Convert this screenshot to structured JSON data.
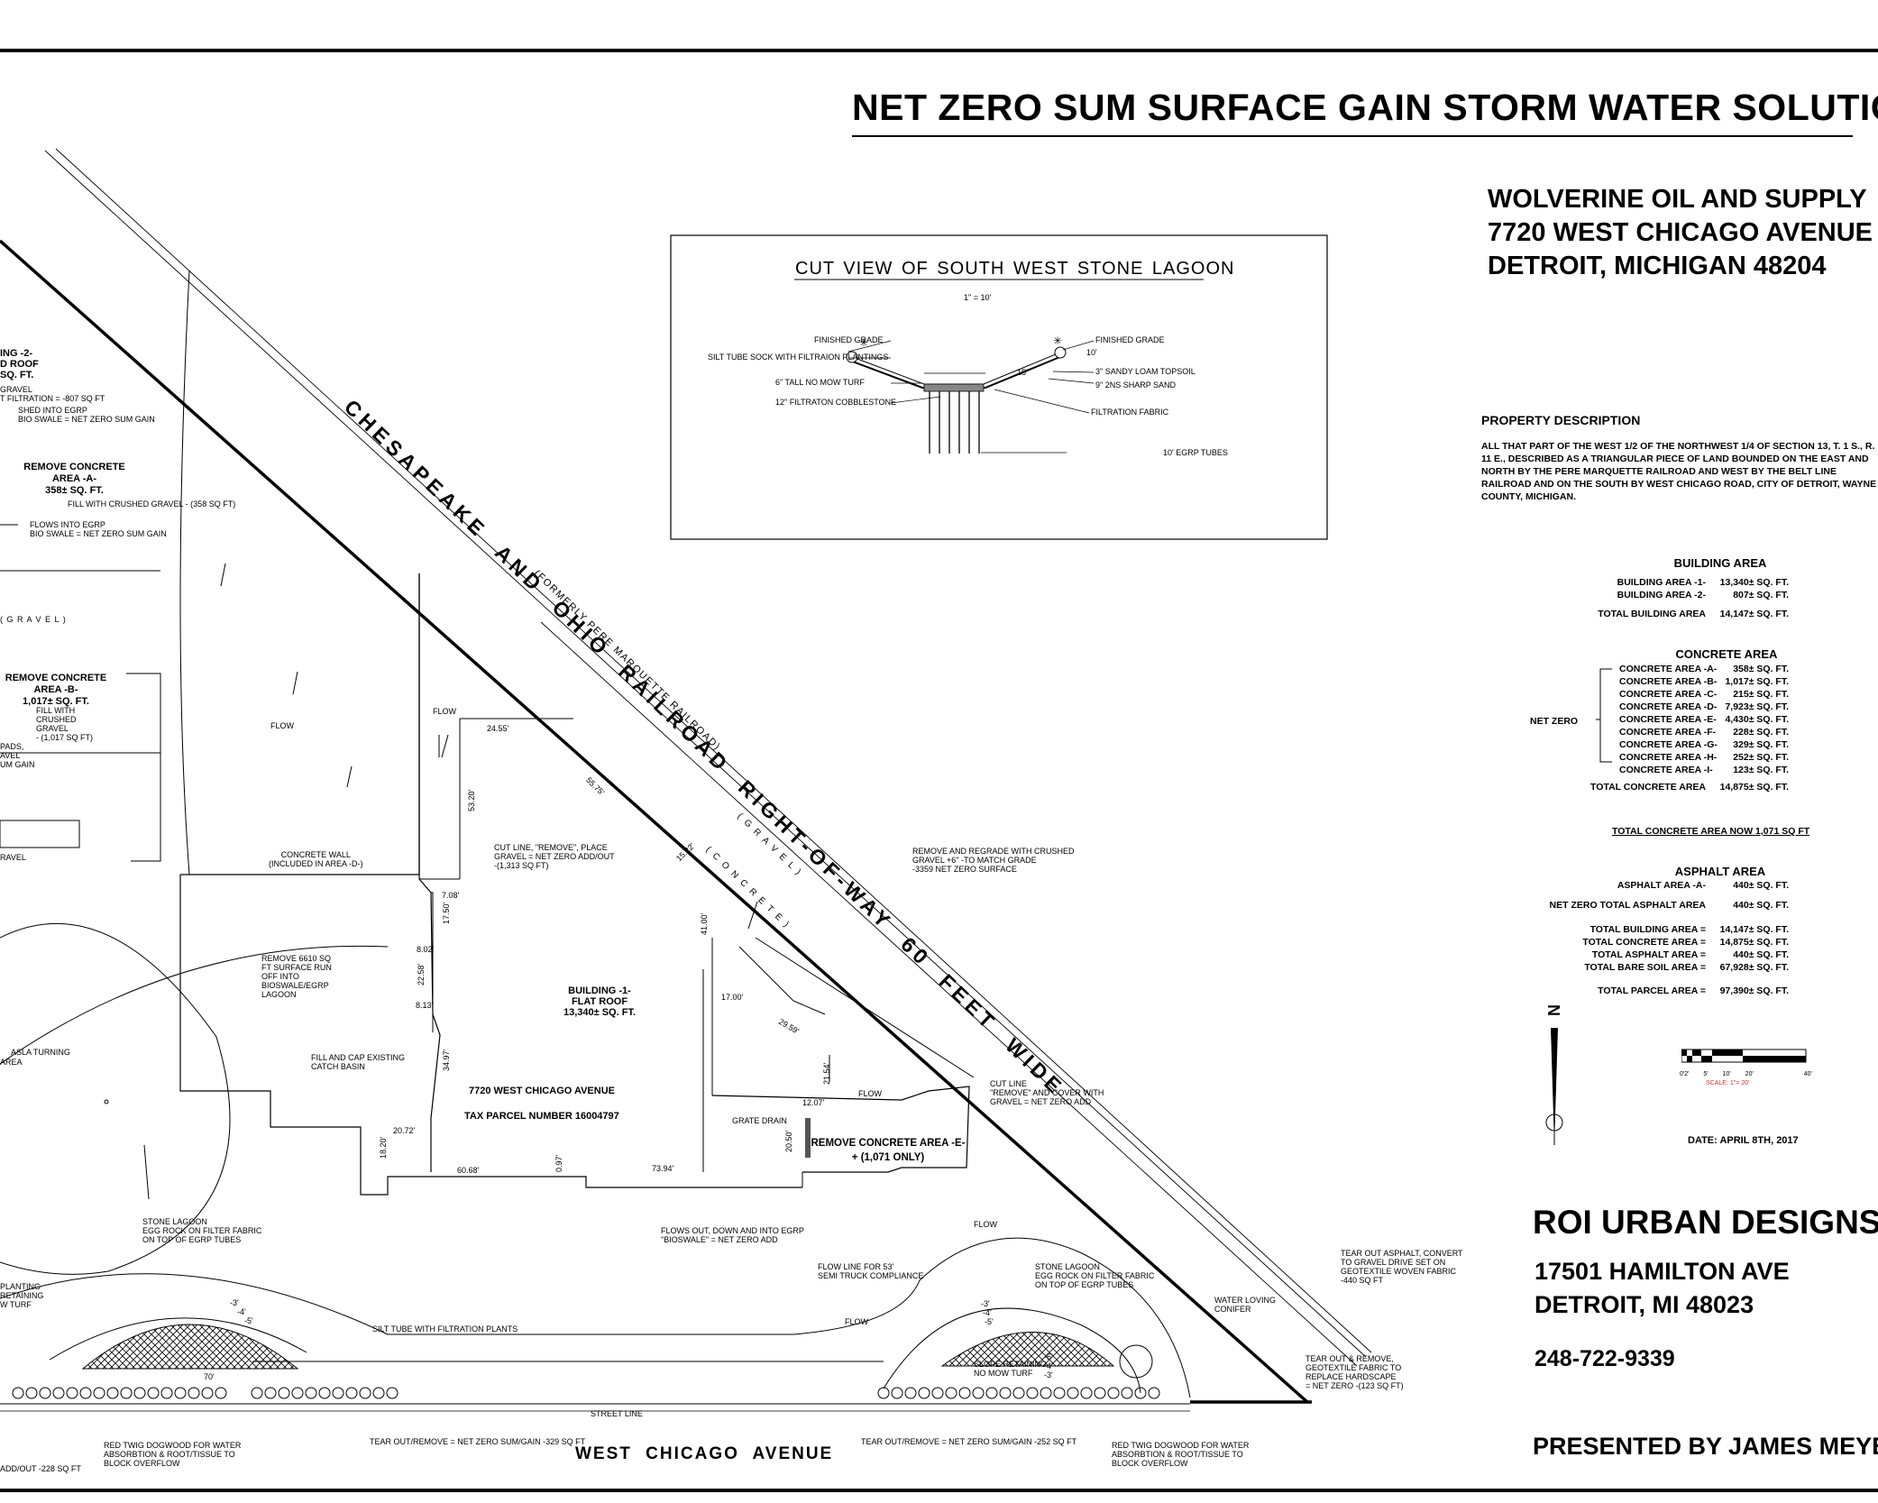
{
  "title": "NET ZERO SUM SURFACE GAIN STORM WATER SOLUTION",
  "owner": {
    "name": "WOLVERINE OIL AND SUPPLY",
    "street": "7720 WEST CHICAGO AVENUE",
    "city": "DETROIT, MICHIGAN 48204"
  },
  "property": {
    "heading": "PROPERTY DESCRIPTION",
    "text": "ALL THAT PART OF THE WEST 1/2 OF THE NORTHWEST 1/4 OF SECTION 13, T. 1 S., R. 11 E., DESCRIBED AS A TRIANGULAR PIECE OF LAND BOUNDED ON THE EAST AND NORTH BY THE PERE MARQUETTE RAILROAD AND WEST BY THE BELT LINE RAILROAD AND ON THE SOUTH BY WEST CHICAGO ROAD, CITY OF DETROIT, WAYNE COUNTY, MICHIGAN."
  },
  "building_area": {
    "heading": "BUILDING AREA",
    "rows": [
      {
        "label": "BUILDING AREA -1-",
        "value": "13,340± SQ. FT."
      },
      {
        "label": "BUILDING AREA -2-",
        "value": "807± SQ. FT."
      }
    ],
    "total": {
      "label": "TOTAL BUILDING AREA",
      "value": "14,147± SQ. FT."
    }
  },
  "concrete_area": {
    "heading": "CONCRETE AREA",
    "net_zero_label": "NET ZERO",
    "rows": [
      {
        "label": "CONCRETE AREA -A-",
        "value": "358± SQ. FT."
      },
      {
        "label": "CONCRETE AREA -B-",
        "value": "1,017± SQ. FT."
      },
      {
        "label": "CONCRETE AREA -C-",
        "value": "215± SQ. FT."
      },
      {
        "label": "CONCRETE AREA -D-",
        "value": "7,923± SQ. FT."
      },
      {
        "label": "CONCRETE AREA -E-",
        "value": "4,430± SQ. FT."
      },
      {
        "label": "CONCRETE AREA -F-",
        "value": "228± SQ. FT."
      },
      {
        "label": "CONCRETE AREA -G-",
        "value": "329± SQ. FT."
      },
      {
        "label": "CONCRETE AREA -H-",
        "value": "252± SQ. FT."
      },
      {
        "label": "CONCRETE AREA -I-",
        "value": "123± SQ. FT."
      }
    ],
    "total": {
      "label": "TOTAL CONCRETE AREA",
      "value": "14,875± SQ. FT."
    },
    "now": "TOTAL CONCRETE AREA NOW 1,071 SQ FT"
  },
  "asphalt_area": {
    "heading": "ASPHALT AREA",
    "row": {
      "label": "ASPHALT AREA -A-",
      "value": "440± SQ. FT."
    },
    "net": {
      "label": "NET ZERO TOTAL ASPHALT AREA",
      "value": "440± SQ. FT."
    }
  },
  "totals": [
    {
      "label": "TOTAL BUILDING AREA =",
      "value": "14,147± SQ. FT."
    },
    {
      "label": "TOTAL CONCRETE AREA =",
      "value": "14,875± SQ. FT."
    },
    {
      "label": "TOTAL ASPHALT AREA =",
      "value": "440± SQ. FT."
    },
    {
      "label": "TOTAL BARE SOIL AREA =",
      "value": "67,928± SQ. FT."
    }
  ],
  "parcel": {
    "label": "TOTAL PARCEL AREA =",
    "value": "97,390± SQ. FT."
  },
  "scale": {
    "ticks": [
      "0'2' 5'",
      "10'",
      "20'",
      "40'"
    ],
    "label": "SCALE: 1\"= 20'"
  },
  "north": "N",
  "date": "DATE: APRIL 8TH, 2017",
  "designer": {
    "name": "ROI URBAN DESIGNS",
    "street": "17501 HAMILTON AVE",
    "city": "DETROIT, MI 48023",
    "phone": "248-722-9339",
    "presented": "PRESENTED BY JAMES MEYE"
  },
  "cut_view": {
    "title": "CUT VIEW OF SOUTH WEST STONE LAGOON",
    "scale": "1\" = 10'",
    "labels": {
      "finished_grade_l": "FINISHED GRADE",
      "silt_tube": "SILT TUBE SOCK WITH FILTRAION PLANTINGS",
      "turf": "6\" TALL NO MOW TURF",
      "cobble": "12\" FILTRATON COBBLESTONE",
      "finished_grade_r": "FINISHED GRADE",
      "topsoil": "3\" SANDY LOAM TOPSOIL",
      "sand": "9\" 2NS SHARP SAND",
      "fabric": "FILTRATION FABRIC",
      "tubes": "10' EGRP TUBES",
      "dim15": "15'",
      "dim10": "10'"
    }
  },
  "railroad": {
    "main": "CHESAPEAKE AND OHIO RAILROAD RIGHT-OF-WAY 60 FEET WIDE",
    "sub": "(FORMERLY PERE MARQUETTE RAILROAD)",
    "gravel": "( G R A V E L )",
    "concrete": "( C O N C R E T E )"
  },
  "plan": {
    "bldg2_lines": [
      "ING -2-",
      "D ROOF",
      "SQ. FT."
    ],
    "bldg2_notes": [
      "GRAVEL",
      "T FILTRATION = -807 SQ FT",
      "SHED INTO EGRP",
      "BIO SWALE = NET ZERO SUM GAIN"
    ],
    "remove_a": [
      "REMOVE CONCRETE",
      "AREA -A-",
      "358± SQ. FT."
    ],
    "remove_a_notes": [
      "FILL WITH CRUSHED GRAVEL - (358 SQ FT)",
      "FLOWS INTO EGRP",
      "BIO SWALE = NET ZERO SUM GAIN"
    ],
    "gravel_left": "( G R A V E L )",
    "remove_b": [
      "REMOVE CONCRETE",
      "AREA -B-",
      "1,017± SQ. FT."
    ],
    "remove_b_notes": [
      "FILL WITH",
      "CRUSHED",
      "GRAVEL",
      "- (1,017 SQ FT)"
    ],
    "pads": [
      "PADS,",
      "AVEL",
      "UM GAIN"
    ],
    "gravel_bl": "RAVEL",
    "flow": "FLOW",
    "concrete_wall": [
      "CONCRETE WALL",
      "(INCLUDED IN AREA -D-)"
    ],
    "cut_line": [
      "CUT LINE, \"REMOVE\", PLACE",
      "GRAVEL = NET ZERO ADD/OUT",
      "-(1,313 SQ FT)"
    ],
    "regrade": [
      "REMOVE AND REGRADE WITH CRUSHED",
      "GRAVEL +6\" -TO MATCH GRADE",
      "-3359 NET ZERO SURFACE"
    ],
    "remove_6610": [
      "REMOVE 6610 SQ",
      "FT SURFACE RUN",
      "OFF INTO",
      "BIOSWALE/EGRP",
      "LAGOON"
    ],
    "building1": [
      "BUILDING -1-",
      "FLAT ROOF",
      "13,340± SQ. FT."
    ],
    "address": "7720 WEST CHICAGO AVENUE",
    "tax": "TAX PARCEL NUMBER 16004797",
    "asla": [
      "ASLA TURNING",
      "AREA"
    ],
    "fill_cap": [
      "FILL AND CAP EXISTING",
      "CATCH BASIN"
    ],
    "grate": "GRATE DRAIN",
    "remove_e": [
      "REMOVE CONCRETE AREA -E-",
      "+ (1,071 ONLY)"
    ],
    "cut_line2": [
      "CUT LINE",
      "\"REMOVE\" AND COVER WITH",
      "GRAVEL = NET ZERO ADD"
    ],
    "stone_lagoon_l": [
      "STONE LAGOON",
      "EGG ROCK ON FILTER FABRIC",
      "ON TOP OF EGRP TUBES"
    ],
    "flows_out": [
      "FLOWS OUT, DOWN AND INTO EGRP",
      "\"BIOSWALE\" = NET ZERO ADD"
    ],
    "flow_line": [
      "FLOW LINE FOR 53'",
      "SEMI TRUCK COMPLIANCE"
    ],
    "stone_lagoon_r": [
      "STONE LAGOON",
      "EGG ROCK ON FILTER FABRIC",
      "ON TOP OF EGRP TUBES"
    ],
    "water_conifer": [
      "WATER LOVING",
      "CONIFER"
    ],
    "tear_asphalt": [
      "TEAR OUT ASPHALT, CONVERT",
      "TO GRAVEL DRIVE SET ON",
      "GEOTEXTILE WOVEN FABRIC",
      "-440 SQ FT"
    ],
    "tear_geo": [
      "TEAR OUT & REMOVE,",
      "GEOTEXTILE FABRIC TO",
      "REPLACE HARDSCAPE",
      "= NET ZERO -(123 SQ FT)"
    ],
    "planting": [
      "PLANTING",
      "RETAINING",
      "W TURF"
    ],
    "silt_tube": "SILT TUBE WITH FILTRATION PLANTS",
    "slope": [
      "SLOPE RETAINING",
      "NO MOW TURF"
    ],
    "street_line": "STREET LINE",
    "red_twig_l": [
      "RED TWIG DOGWOOD FOR WATER",
      "ABSORBTION & ROOT/TISSUE TO",
      "BLOCK OVERFLOW"
    ],
    "tear_329": "TEAR OUT/REMOVE = NET ZERO SUM/GAIN -329 SQ FT",
    "tear_252": "TEAR OUT/REMOVE = NET ZERO SUM/GAIN -252 SQ FT",
    "red_twig_r": [
      "RED TWIG DOGWOOD FOR WATER",
      "ABSORBTION & ROOT/TISSUE TO",
      "BLOCK OVERFLOW"
    ],
    "add_out": "ADD/OUT -228 SQ FT",
    "street": "WEST CHICAGO AVENUE",
    "dims": {
      "d2455": "24.55'",
      "d5575": "55.75'",
      "d1522": "15.22'",
      "d5320": "53.20'",
      "d708": "7.08'",
      "d1750": "17.50'",
      "d802": "8.02'",
      "d2258": "22.58'",
      "d813": "8.13'",
      "d3497": "34.97'",
      "d2072": "20.72'",
      "d1820": "18.20'",
      "d6068": "60.68'",
      "d097": "0.97'",
      "d7394": "73.94'",
      "d4100": "41.00'",
      "d1700": "17.00'",
      "d2959": "29.59'",
      "d2154": "21.54'",
      "d1207": "12.07'",
      "d2050": "20.50'",
      "d70": "70'"
    },
    "depths_l": [
      "-3'",
      "-4'",
      "-5'"
    ],
    "depths_r": [
      "-3'",
      "-4'",
      "-5'",
      "-5'",
      "-4'",
      "-3'"
    ]
  }
}
